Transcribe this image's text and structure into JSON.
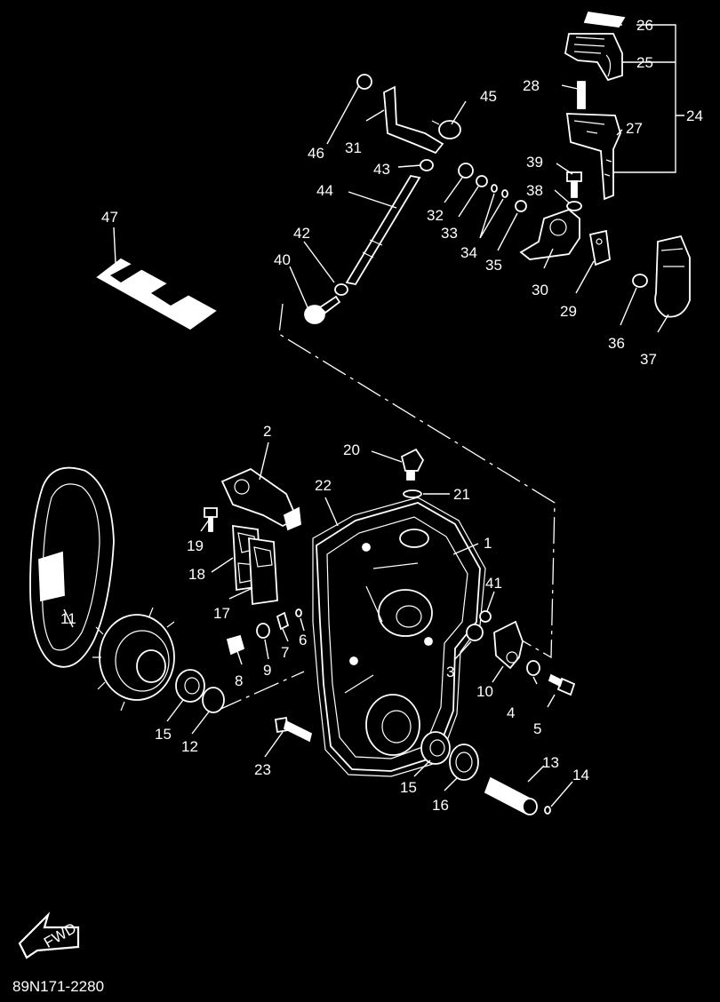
{
  "diagram": {
    "code": "89N171-2280",
    "fwd_badge": "FWD",
    "callouts": [
      "1",
      "2",
      "3",
      "4",
      "5",
      "6",
      "7",
      "8",
      "9",
      "10",
      "11",
      "12",
      "13",
      "14",
      "15",
      "15",
      "16",
      "17",
      "18",
      "19",
      "20",
      "21",
      "22",
      "23",
      "24",
      "25",
      "26",
      "27",
      "28",
      "29",
      "30",
      "31",
      "32",
      "33",
      "34",
      "35",
      "36",
      "37",
      "38",
      "39",
      "40",
      "41",
      "42",
      "43",
      "44",
      "45",
      "46",
      "47"
    ]
  }
}
